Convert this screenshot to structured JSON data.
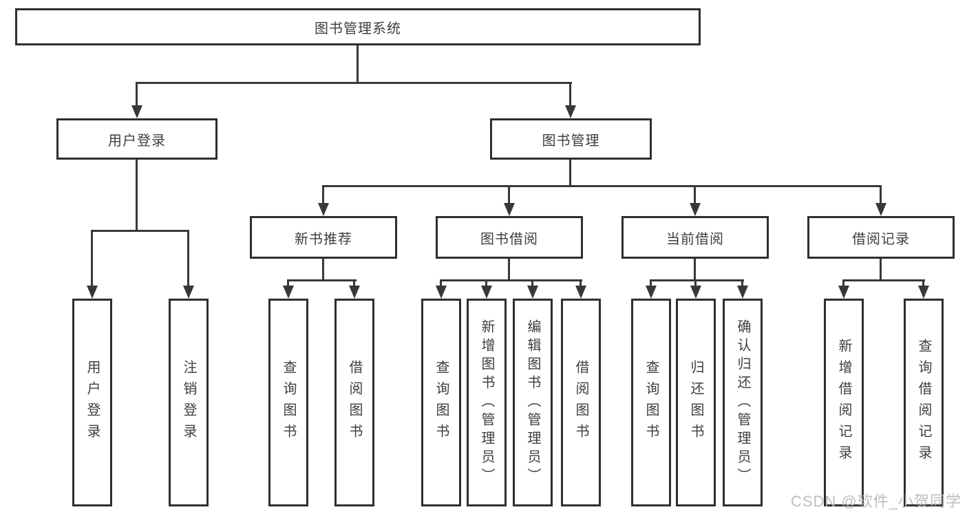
{
  "diagram": {
    "nodes": {
      "root": "图书管理系统",
      "user_login": "用户登录",
      "book_mgmt": "图书管理",
      "new_book_rec": "新书推荐",
      "book_borrow": "图书借阅",
      "current_borrow": "当前借阅",
      "borrow_records": "借阅记录",
      "leaf_user_login": "用户登录",
      "leaf_logout": "注销登录",
      "leaf_rec_query": "查询图书",
      "leaf_rec_borrow": "借阅图书",
      "leaf_bb_query": "查询图书",
      "leaf_bb_add": "新增图书（管理员）",
      "leaf_bb_edit": "编辑图书（管理员）",
      "leaf_bb_borrow": "借阅图书",
      "leaf_cb_query": "查询图书",
      "leaf_cb_return": "归还图书",
      "leaf_cb_confirm": "确认归还（管理员）",
      "leaf_br_add": "新增借阅记录",
      "leaf_br_query": "查询借阅记录"
    }
  },
  "watermark": "CSDN @软件_小贺同学",
  "colors": {
    "line": "#383838",
    "box_border": "#2e2e2e",
    "text": "#3e3e3e",
    "watermark": "#b6b6b6",
    "background": "#ffffff"
  }
}
